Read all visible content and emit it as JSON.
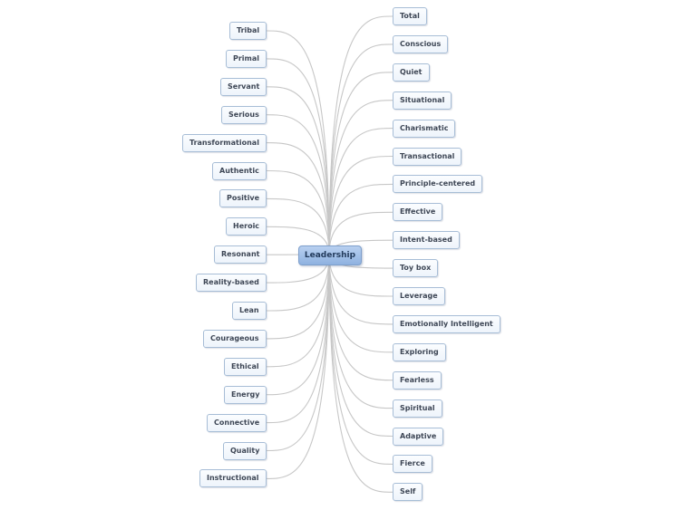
{
  "central": "Leadership",
  "colors": {
    "connector": "#c7c7c7",
    "central_fill": "#9dbde8",
    "node_border": "#a7bdd6"
  },
  "left_topics": [
    "Tribal",
    "Primal",
    "Servant",
    "Serious",
    "Transformational",
    "Authentic",
    "Positive",
    "Heroic",
    "Resonant",
    "Reality-based",
    "Lean",
    "Courageous",
    "Ethical",
    "Energy",
    "Connective",
    "Quality",
    "Instructional"
  ],
  "right_topics": [
    "Total",
    "Conscious",
    "Quiet",
    "Situational",
    "Charismatic",
    "Transactional",
    "Principle-centered",
    "Effective",
    "Intent-based",
    "Toy box",
    "Leverage",
    "Emotionally Intelligent",
    "Exploring",
    "Fearless",
    "Spiritual",
    "Adaptive",
    "Fierce",
    "Self"
  ]
}
